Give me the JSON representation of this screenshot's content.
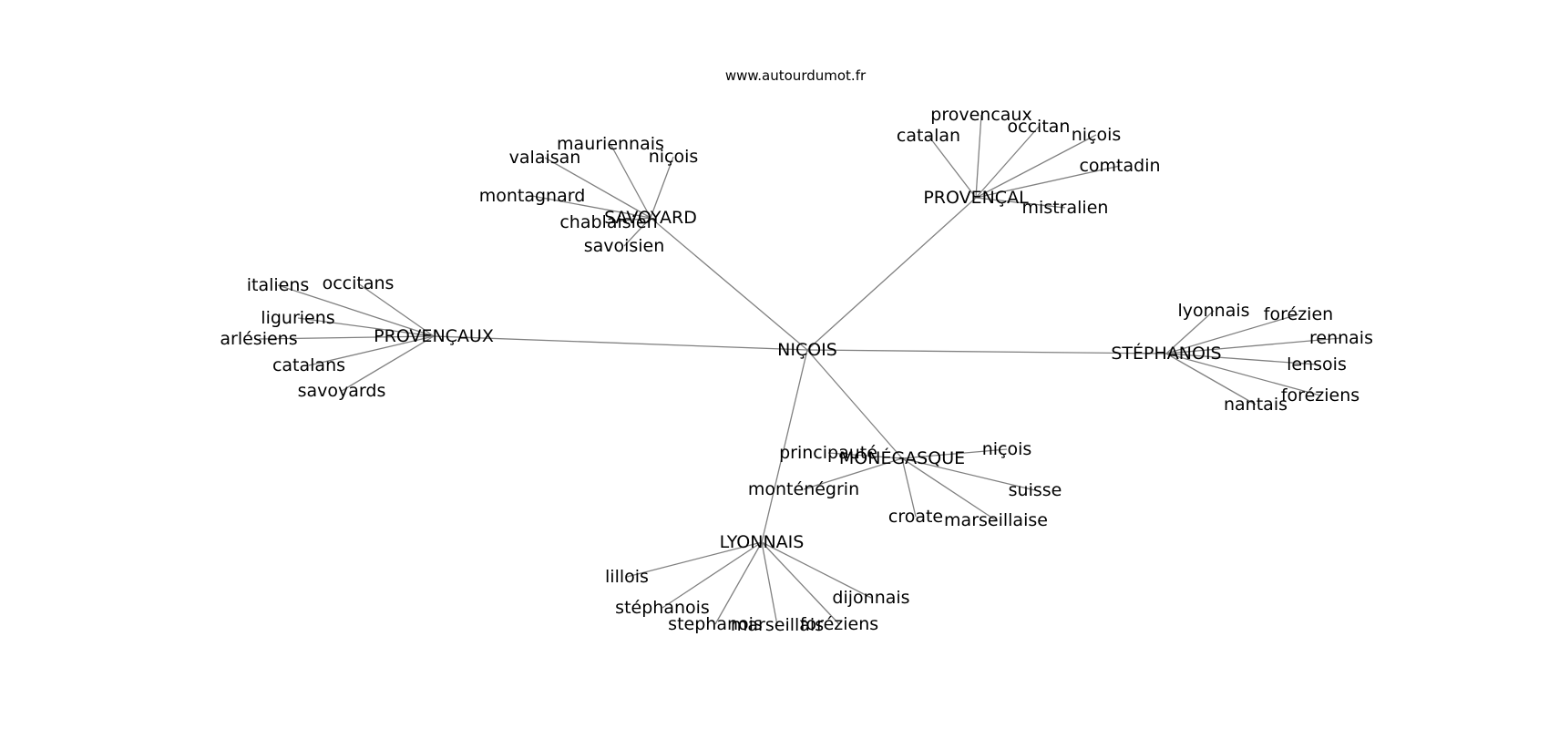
{
  "source": "www.autourdumot.fr",
  "graph": {
    "center": "NIÇOIS",
    "groups": [
      {
        "label": "SAVOYARD",
        "children": [
          "mauriennais",
          "niçois",
          "valaisan",
          "montagnard",
          "chablaisien",
          "savoisien"
        ]
      },
      {
        "label": "PROVENÇAL",
        "children": [
          "provencaux",
          "catalan",
          "occitan",
          "niçois",
          "comtadin",
          "mistralien"
        ]
      },
      {
        "label": "PROVENÇAUX",
        "children": [
          "occitans",
          "italiens",
          "liguriens",
          "arlésiens",
          "catalans",
          "savoyards"
        ]
      },
      {
        "label": "STÉPHANOIS",
        "children": [
          "lyonnais",
          "forézien",
          "rennais",
          "lensois",
          "foréziens",
          "nantais"
        ]
      },
      {
        "label": "MONÉGASQUE",
        "children": [
          "principauté",
          "niçois",
          "monténégrin",
          "suisse",
          "croate",
          "marseillaise"
        ]
      },
      {
        "label": "LYONNAIS",
        "children": [
          "lillois",
          "dijonnais",
          "stéphanois",
          "stephanois",
          "marseillais",
          "foréziens"
        ]
      }
    ]
  }
}
